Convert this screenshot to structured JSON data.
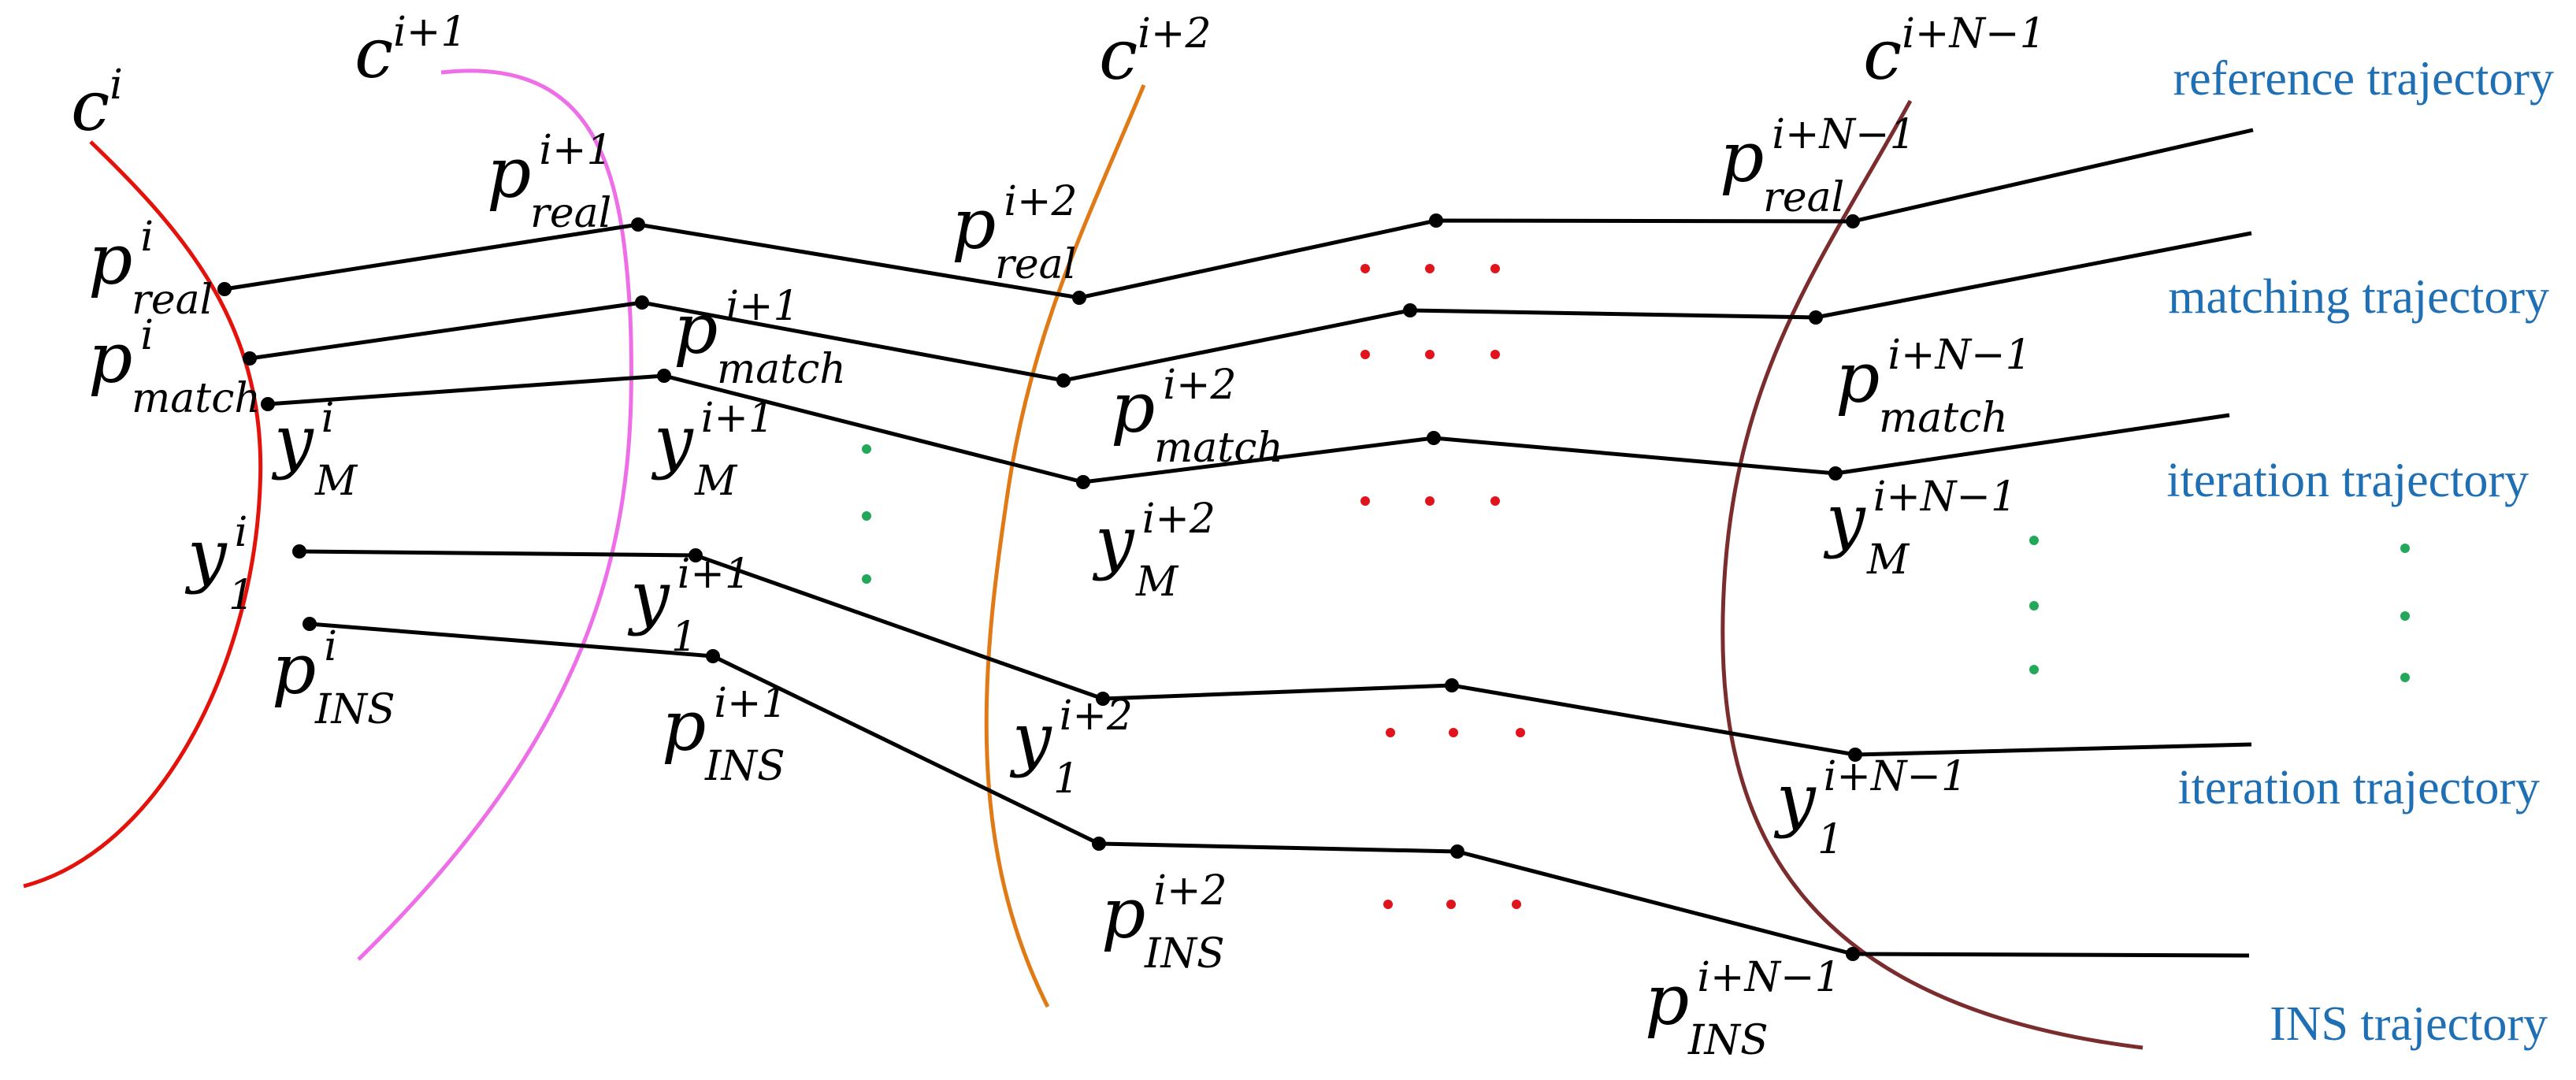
{
  "colors": {
    "curve_i": "#e3120b",
    "curve_i1": "#ee6ee8",
    "curve_i2": "#e07a17",
    "curve_iN1": "#7b2c2c",
    "trajectory_label": "#1f6fb4",
    "trajectory_line": "#000000",
    "dots_red": "#e0141c",
    "dots_green": "#23a85a"
  },
  "trajectory_labels": {
    "reference": "reference trajectory",
    "matching": "matching trajectory",
    "iteration_1": "iteration trajectory",
    "iteration_2": "iteration trajectory",
    "ins": "INS trajectory"
  },
  "curve_labels": {
    "c_i": {
      "base": "c",
      "sup": "i"
    },
    "c_i1": {
      "base": "c",
      "sup": "i+1"
    },
    "c_i2": {
      "base": "c",
      "sup": "i+2"
    },
    "c_iN1": {
      "base": "c",
      "sup": "i+N−1"
    }
  },
  "point_labels": {
    "p_real_i": {
      "base": "p",
      "sup": "i",
      "sub": "real"
    },
    "p_match_i": {
      "base": "p",
      "sup": "i",
      "sub": "match"
    },
    "y_M_i": {
      "base": "y",
      "sup": "i",
      "sub": "M"
    },
    "y_1_i": {
      "base": "y",
      "sup": "i",
      "sub": "1"
    },
    "p_INS_i": {
      "base": "p",
      "sup": "i",
      "sub": "INS"
    },
    "p_real_i1": {
      "base": "p",
      "sup": "i+1",
      "sub": "real"
    },
    "p_match_i1": {
      "base": "p",
      "sup": "i+1",
      "sub": "match"
    },
    "y_M_i1": {
      "base": "y",
      "sup": "i+1",
      "sub": "M"
    },
    "y_1_i1": {
      "base": "y",
      "sup": "i+1",
      "sub": "1"
    },
    "p_INS_i1": {
      "base": "p",
      "sup": "i+1",
      "sub": "INS"
    },
    "p_real_i2": {
      "base": "p",
      "sup": "i+2",
      "sub": "real"
    },
    "p_match_i2": {
      "base": "p",
      "sup": "i+2",
      "sub": "match"
    },
    "y_M_i2": {
      "base": "y",
      "sup": "i+2",
      "sub": "M"
    },
    "y_1_i2": {
      "base": "y",
      "sup": "i+2",
      "sub": "1"
    },
    "p_INS_i2": {
      "base": "p",
      "sup": "i+2",
      "sub": "INS"
    },
    "p_real_iN1": {
      "base": "p",
      "sup": "i+N−1",
      "sub": "real"
    },
    "p_match_iN1": {
      "base": "p",
      "sup": "i+N−1",
      "sub": "match"
    },
    "y_M_iN1": {
      "base": "y",
      "sup": "i+N−1",
      "sub": "M"
    },
    "y_1_iN1": {
      "base": "y",
      "sup": "i+N−1",
      "sub": "1"
    },
    "p_INS_iN1": {
      "base": "p",
      "sup": "i+N−1",
      "sub": "INS"
    }
  }
}
